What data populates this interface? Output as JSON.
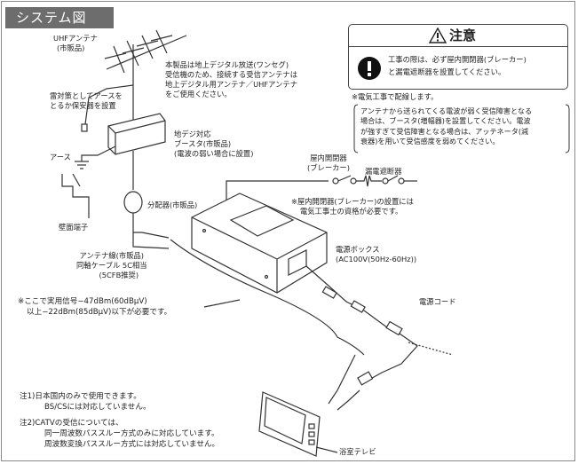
{
  "title": "システム図",
  "caution": {
    "title": "注意",
    "body": [
      "工事の際は、必ず屋内開閉器(ブレーカー)",
      "と漏電遮断器を設置してください。"
    ]
  },
  "electric_note": "※電気工事で配線します。",
  "signal_note": [
    "アンテナから送られてくる電波が弱く受信障害となる",
    "場合は、ブースタ(増幅器)を設置してください。電波",
    "が強すぎて受信障害となる場合は、アッテネータ(減",
    "衰器)を用いて受信感度を弱めてください。"
  ],
  "labels": {
    "uhf_antenna": [
      "UHFアンテナ",
      "(市販品)"
    ],
    "product_note": [
      "本製品は地上デジタル放送(ワンセグ)",
      "受信機のため、接続する受信アンテナは",
      "地上デジタル用アンテナ／UHFアンテナ",
      "をご使用ください。"
    ],
    "lightning": [
      "雷対策としてアースを",
      "とるか保安器を設置"
    ],
    "booster": [
      "地デジ対応",
      "ブースタ(市販品)",
      "(電波の弱い場合に設置)"
    ],
    "ground": "アース",
    "wall_terminal": "壁面端子",
    "splitter": "分配器(市販品)",
    "antenna_cable": [
      "アンテナ線(市販品)",
      "同軸ケーブル 5C相当",
      "(5CFB推奨)"
    ],
    "signal_level": [
      "※ここで実用信号−47dBm(60dBμV)",
      "以上−22dBm(85dBμV)以下が必要です。"
    ],
    "breaker": [
      "屋内開閉器",
      "(ブレーカー)"
    ],
    "leakage_breaker": "漏電遮断器",
    "breaker_note": [
      "※屋内開閉器(ブレーカー)の設置には",
      "電気工事士の資格が必要です。"
    ],
    "power_box": [
      "電源ボックス",
      "(AC100V(50Hz-60Hz))"
    ],
    "power_cord": "電源コード",
    "bathroom_tv": "浴室テレビ"
  },
  "notes": [
    "注1)日本国内のみで使用できます。",
    "BS/CSには対応していません。",
    "注2)CATVの受信については、",
    "同一周波数パススルー方式のみに対応しています。",
    "周波数変換パススルー方式には対応していません。"
  ],
  "colors": {
    "title_bg": "#6d6d6d",
    "line": "#333333",
    "stop_icon": "#111111"
  }
}
